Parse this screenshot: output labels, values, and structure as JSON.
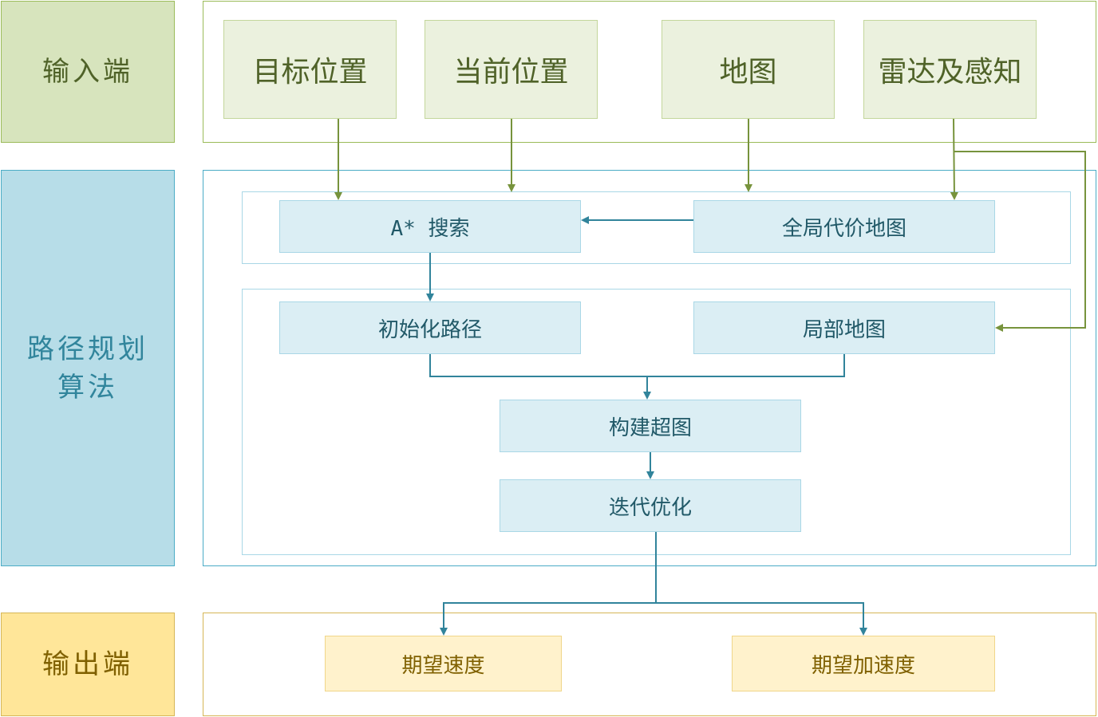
{
  "rows": {
    "input_label": "输入端",
    "algo_label_line1": "路径规划",
    "algo_label_line2": "算法",
    "output_label": "输出端"
  },
  "inputs": {
    "target_position": "目标位置",
    "current_position": "当前位置",
    "map": "地图",
    "radar_perception": "雷达及感知"
  },
  "algorithm": {
    "astar_search": "A* 搜索",
    "global_cost_map": "全局代价地图",
    "initial_path": "初始化路径",
    "local_map": "局部地图",
    "build_hypergraph": "构建超图",
    "iterative_optimization": "迭代优化"
  },
  "outputs": {
    "expected_velocity": "期望速度",
    "expected_acceleration": "期望加速度"
  },
  "colors": {
    "input_arrow": "#77933c",
    "algo_arrow": "#31849b"
  }
}
